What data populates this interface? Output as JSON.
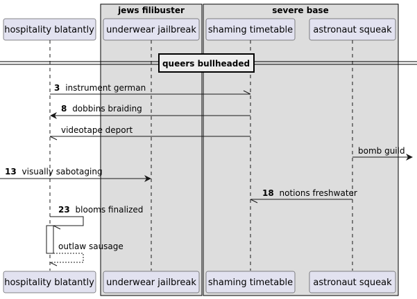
{
  "groups": [
    {
      "title": "jews filibuster"
    },
    {
      "title": "severe base"
    }
  ],
  "participants": [
    {
      "label": "hospitality blatantly"
    },
    {
      "label": "underwear jailbreak"
    },
    {
      "label": "shaming timetable"
    },
    {
      "label": "astronaut squeak"
    }
  ],
  "separator": {
    "label": "queers bullheaded"
  },
  "messages": [
    {
      "number": "3",
      "text": "instrument german",
      "from": "hospitality blatantly",
      "to": "shaming timetable",
      "arrow": "open",
      "line": "solid"
    },
    {
      "number": "8",
      "text": "dobbins braiding",
      "from": "shaming timetable",
      "to": "hospitality blatantly",
      "arrow": "filled",
      "line": "solid"
    },
    {
      "number": "",
      "text": "videotape deport",
      "from": "shaming timetable",
      "to": "hospitality blatantly",
      "arrow": "open",
      "line": "solid"
    },
    {
      "number": "",
      "text": "bomb guild",
      "from": "astronaut squeak",
      "to": "outside-right",
      "arrow": "filled",
      "line": "solid"
    },
    {
      "number": "13",
      "text": "visually sabotaging",
      "from": "outside-left",
      "to": "underwear jailbreak",
      "arrow": "filled",
      "line": "solid"
    },
    {
      "number": "18",
      "text": "notions freshwater",
      "from": "astronaut squeak",
      "to": "shaming timetable",
      "arrow": "open",
      "line": "solid"
    },
    {
      "number": "23",
      "text": "blooms finalized",
      "from": "hospitality blatantly",
      "to": "hospitality blatantly",
      "arrow": "open",
      "line": "solid"
    },
    {
      "number": "",
      "text": "outlaw sausage",
      "from": "hospitality blatantly",
      "to": "hospitality blatantly",
      "arrow": "open",
      "line": "dashed"
    }
  ],
  "colors": {
    "participant_fill": "#e2e2f0",
    "participant_stroke": "#181818",
    "group_fill": "#dddddd",
    "group_stroke": "#000000",
    "lifeline": "#181818",
    "arrow": "#181818",
    "activation_fill": "#ffffff"
  }
}
